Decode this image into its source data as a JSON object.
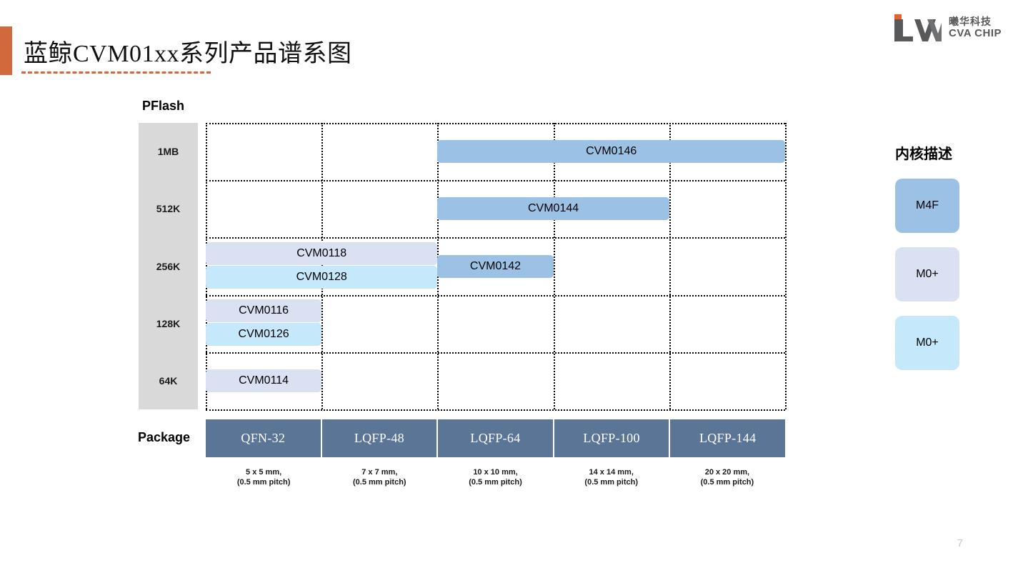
{
  "title": "蓝鲸CVM01xx系列产品谱系图",
  "logo": {
    "mark_text": "CVA",
    "company_cn": "曦华科技",
    "company_en": "CVA CHIP",
    "accent_color": "#E8622A",
    "mark_color": "#58595B"
  },
  "page_number": "7",
  "axis": {
    "y_title": "PFlash",
    "x_title": "Package",
    "y_ticks": [
      "1MB",
      "512K",
      "256K",
      "128K",
      "64K"
    ],
    "y_column_color": "#D9D9D9"
  },
  "packages": [
    {
      "name": "QFN-32",
      "size": "5 x 5 mm,",
      "pitch": "(0.5 mm pitch)"
    },
    {
      "name": "LQFP-48",
      "size": "7 x 7 mm,",
      "pitch": "(0.5 mm pitch)"
    },
    {
      "name": "LQFP-64",
      "size": "10 x 10 mm,",
      "pitch": "(0.5 mm pitch)"
    },
    {
      "name": "LQFP-100",
      "size": "14 x 14 mm,",
      "pitch": "(0.5 mm pitch)"
    },
    {
      "name": "LQFP-144",
      "size": "20 x 20 mm,",
      "pitch": "(0.5 mm pitch)"
    }
  ],
  "legend": {
    "title": "内核描述",
    "items": [
      {
        "label": "M4F",
        "color": "#9BC2E5"
      },
      {
        "label": "M0+",
        "color": "#D9E1F2"
      },
      {
        "label": "M0+",
        "color": "#C6E8FB"
      }
    ]
  },
  "chart_data": {
    "type": "bar",
    "title": "蓝鲸CVM01xx系列产品谱系图",
    "xlabel": "Package",
    "ylabel": "PFlash",
    "categories": [
      "QFN-32",
      "LQFP-48",
      "LQFP-64",
      "LQFP-100",
      "LQFP-144"
    ],
    "y_categories": [
      "1MB",
      "512K",
      "256K",
      "128K",
      "64K"
    ],
    "grid": true,
    "legend_position": "right",
    "products": [
      {
        "name": "CVM0146",
        "flash": "1MB",
        "core": "M4F",
        "color": "#9BC2E5",
        "package_from": "LQFP-64",
        "package_to": "LQFP-144",
        "left_pct": 40,
        "width_pct": 60,
        "row": 0,
        "row_offset": 0
      },
      {
        "name": "CVM0144",
        "flash": "512K",
        "core": "M4F",
        "color": "#9BC2E5",
        "package_from": "LQFP-64",
        "package_to": "LQFP-100",
        "left_pct": 40,
        "width_pct": 40,
        "row": 1,
        "row_offset": 0
      },
      {
        "name": "CVM0118",
        "flash": "256K",
        "core": "M0+",
        "color": "#D9E1F2",
        "package_from": "QFN-32",
        "package_to": "LQFP-48",
        "left_pct": 0,
        "width_pct": 40,
        "row": 2,
        "row_offset": -18
      },
      {
        "name": "CVM0128",
        "flash": "256K",
        "core": "M0+",
        "color": "#C6E8FB",
        "package_from": "QFN-32",
        "package_to": "LQFP-48",
        "left_pct": 0,
        "width_pct": 40,
        "row": 2,
        "row_offset": 15
      },
      {
        "name": "CVM0142",
        "flash": "256K",
        "core": "M4F",
        "color": "#9BC2E5",
        "package_from": "LQFP-64",
        "package_to": "LQFP-64",
        "left_pct": 40,
        "width_pct": 20,
        "row": 2,
        "row_offset": 0
      },
      {
        "name": "CVM0116",
        "flash": "128K",
        "core": "M0+",
        "color": "#D9E1F2",
        "package_from": "QFN-32",
        "package_to": "QFN-32",
        "left_pct": 0,
        "width_pct": 20,
        "row": 3,
        "row_offset": -18
      },
      {
        "name": "CVM0126",
        "flash": "128K",
        "core": "M0+",
        "color": "#C6E8FB",
        "package_from": "QFN-32",
        "package_to": "QFN-32",
        "left_pct": 0,
        "width_pct": 20,
        "row": 3,
        "row_offset": 15
      },
      {
        "name": "CVM0114",
        "flash": "64K",
        "core": "M0+",
        "color": "#D9E1F2",
        "package_from": "QFN-32",
        "package_to": "QFN-32",
        "left_pct": 0,
        "width_pct": 20,
        "row": 4,
        "row_offset": 0
      }
    ]
  }
}
